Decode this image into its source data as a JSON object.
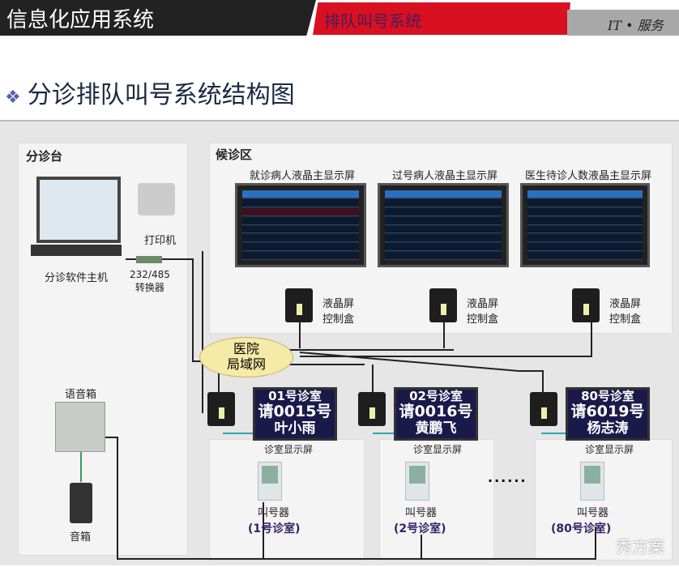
{
  "header": {
    "section": "信息化应用系统",
    "subsection": "排队叫号系统",
    "tag": "IT • 服务"
  },
  "title": {
    "bullet": "❖",
    "text": "分诊排队叫号系统结构图"
  },
  "triage": {
    "heading": "分诊台",
    "printer": "打印机",
    "host": "分诊软件主机",
    "converter": "232/485\n转换器",
    "speaker_box": "语音箱",
    "speaker": "音箱"
  },
  "waiting": {
    "heading": "候诊区",
    "screens": [
      "就诊病人液晶主显示屏",
      "过号病人液晶主显示屏",
      "医生待诊人数液晶主显示屏"
    ],
    "controller": "液晶屏\n控制盒"
  },
  "lan": "医院\n局域网",
  "rooms": [
    {
      "room": "01号诊室",
      "call": "请0015号",
      "name": "叶小雨",
      "screen_label": "诊室显示屏",
      "device": "叫号器",
      "room_label": "(1号诊室)"
    },
    {
      "room": "02号诊室",
      "call": "请0016号",
      "name": "黄鹏飞",
      "screen_label": "诊室显示屏",
      "device": "叫号器",
      "room_label": "(2号诊室)"
    },
    {
      "room": "80号诊室",
      "call": "请6019号",
      "name": "杨志涛",
      "screen_label": "诊室显示屏",
      "device": "叫号器",
      "room_label": "(80号诊室)"
    }
  ],
  "ellipsis": "......",
  "watermark": "秀方案"
}
